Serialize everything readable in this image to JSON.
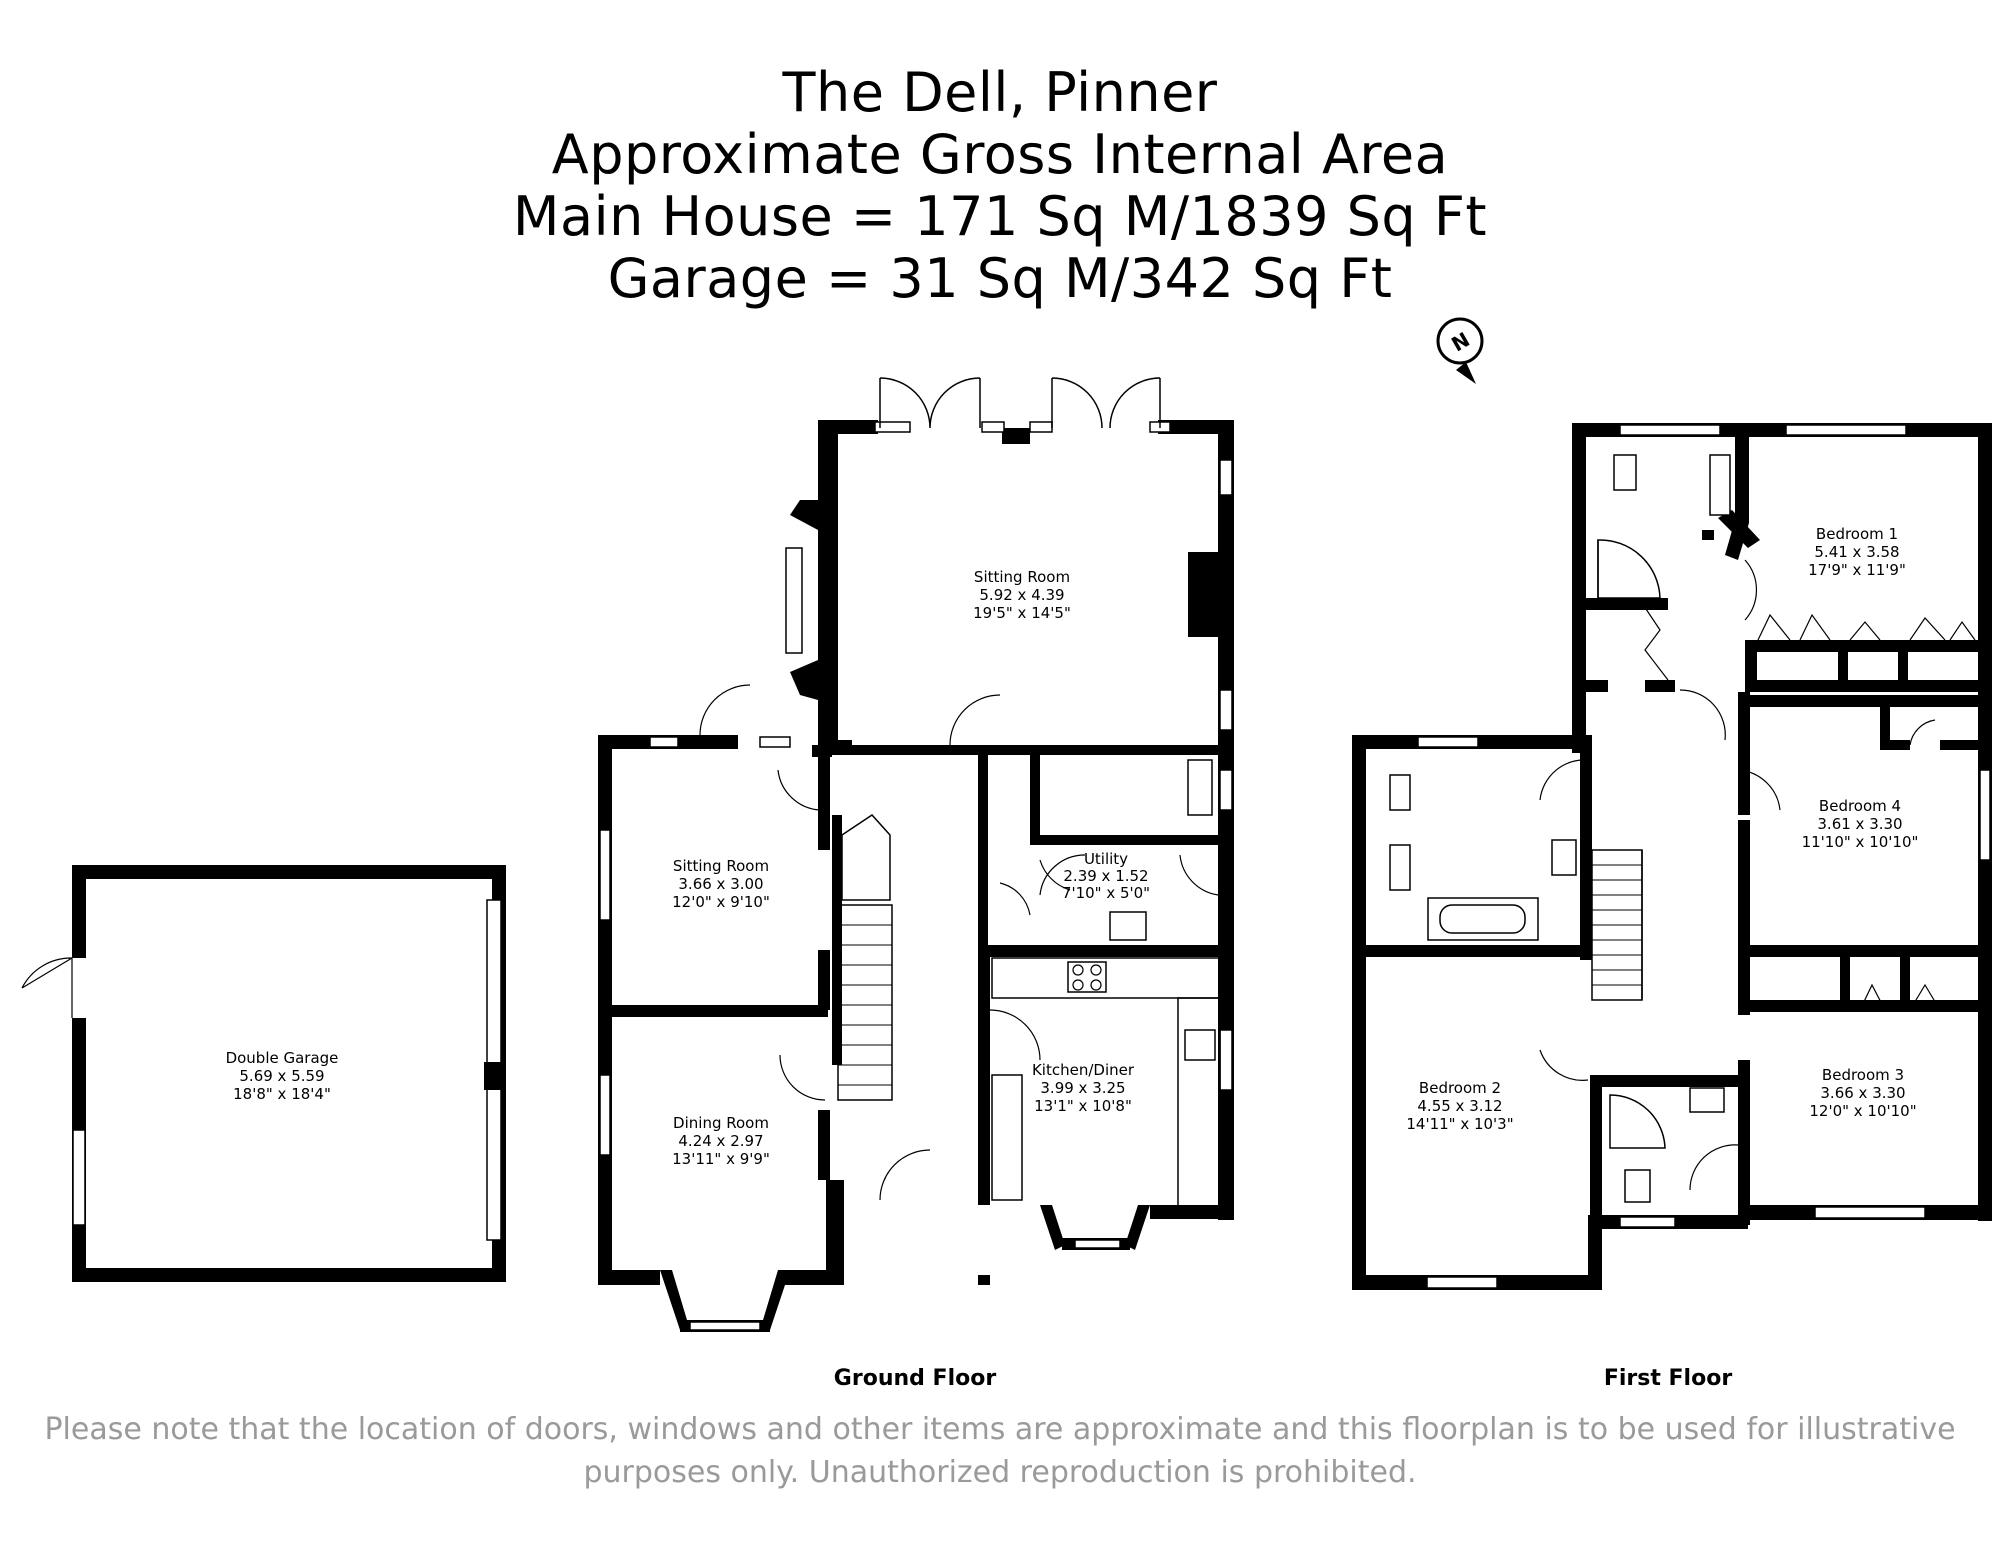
{
  "title": {
    "line1": "The Dell, Pinner",
    "line2": "Approximate Gross Internal Area",
    "line3": "Main House = 171 Sq M/1839 Sq Ft",
    "line4": "Garage = 31 Sq M/342 Sq Ft"
  },
  "compass": {
    "label": "N",
    "icon": "north-arrow-icon"
  },
  "rooms": {
    "garage": {
      "name": "Double Garage",
      "metric": "5.69 x 5.59",
      "imperial": "18'8\" x 18'4\""
    },
    "sitting_room_main": {
      "name": "Sitting Room",
      "metric": "5.92 x 4.39",
      "imperial": "19'5\" x 14'5\""
    },
    "sitting_room_front": {
      "name": "Sitting Room",
      "metric": "3.66 x 3.00",
      "imperial": "12'0\" x 9'10\""
    },
    "utility": {
      "name": "Utility",
      "metric": "2.39 x 1.52",
      "imperial": "7'10\" x 5'0\""
    },
    "kitchen": {
      "name": "Kitchen/Diner",
      "metric": "3.99 x 3.25",
      "imperial": "13'1\" x 10'8\""
    },
    "dining": {
      "name": "Dining Room",
      "metric": "4.24 x 2.97",
      "imperial": "13'11\" x 9'9\""
    },
    "bedroom1": {
      "name": "Bedroom 1",
      "metric": "5.41 x 3.58",
      "imperial": "17'9\" x 11'9\""
    },
    "bedroom4": {
      "name": "Bedroom 4",
      "metric": "3.61 x 3.30",
      "imperial": "11'10\" x 10'10\""
    },
    "bedroom2": {
      "name": "Bedroom 2",
      "metric": "4.55 x 3.12",
      "imperial": "14'11\" x 10'3\""
    },
    "bedroom3": {
      "name": "Bedroom 3",
      "metric": "3.66 x 3.30",
      "imperial": "12'0\" x 10'10\""
    }
  },
  "floors": {
    "ground": "Ground Floor",
    "first": "First Floor"
  },
  "disclaimer": {
    "line1": "Please note that the location of doors, windows and other items are approximate and this floorplan is to be used for illustrative",
    "line2": "purposes only. Unauthorized reproduction is prohibited."
  }
}
